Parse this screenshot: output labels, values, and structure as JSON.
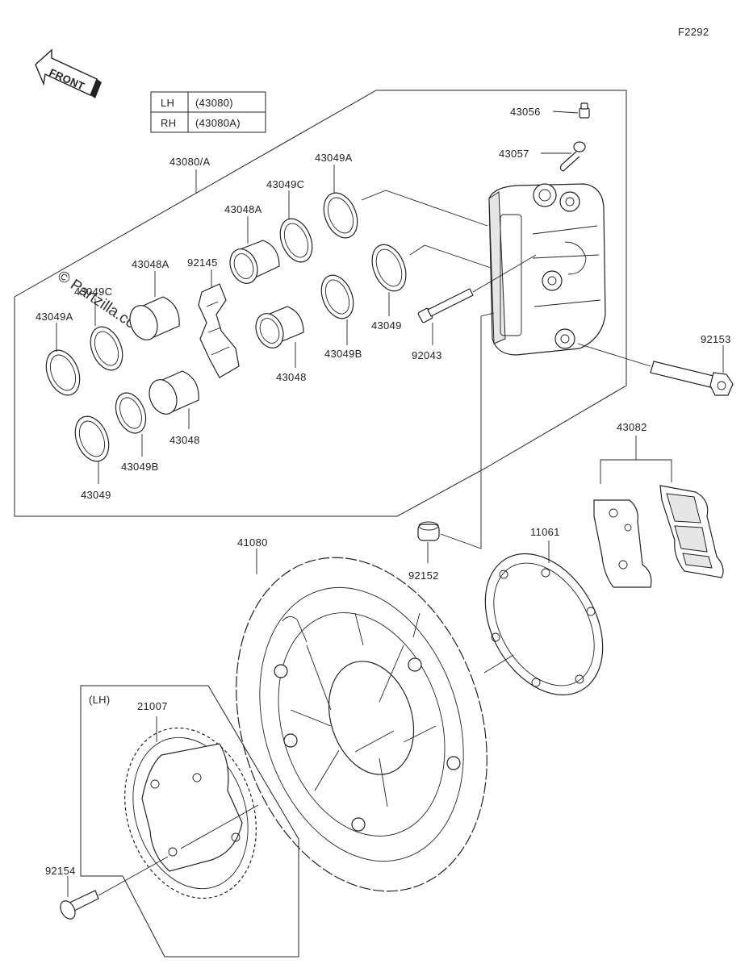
{
  "figure_code": "F2292",
  "front_label": "FRONT",
  "watermark": "© Partzilla.com",
  "side_table": [
    {
      "side": "LH",
      "part": "(43080)"
    },
    {
      "side": "RH",
      "part": "(43080A)"
    }
  ],
  "lh_note": "(LH)",
  "labels": {
    "caliper_assy": "43080/A",
    "bleeder_valve": "43056",
    "bleeder_cap": "43057",
    "piston_seal_a_top": "43049A",
    "piston_seal_c_top": "43049C",
    "piston_a_top": "43048A",
    "piston_a_left": "43048A",
    "spring_92145": "92145",
    "seal_c_left": "43049C",
    "seal_a_left": "43049A",
    "seal_43049_mid": "43049",
    "pin_92043": "92043",
    "bolt_92153": "92153",
    "piston_43048_mid": "43048",
    "seal_b_mid": "43049B",
    "piston_43048_left": "43048",
    "seal_b_left": "43049B",
    "seal_43049_left": "43049",
    "pad_set": "43082",
    "collar_92152": "92152",
    "gasket_11061": "11061",
    "disc_41080": "41080",
    "sensor_rotor_21007": "21007",
    "bolt_92154": "92154"
  }
}
